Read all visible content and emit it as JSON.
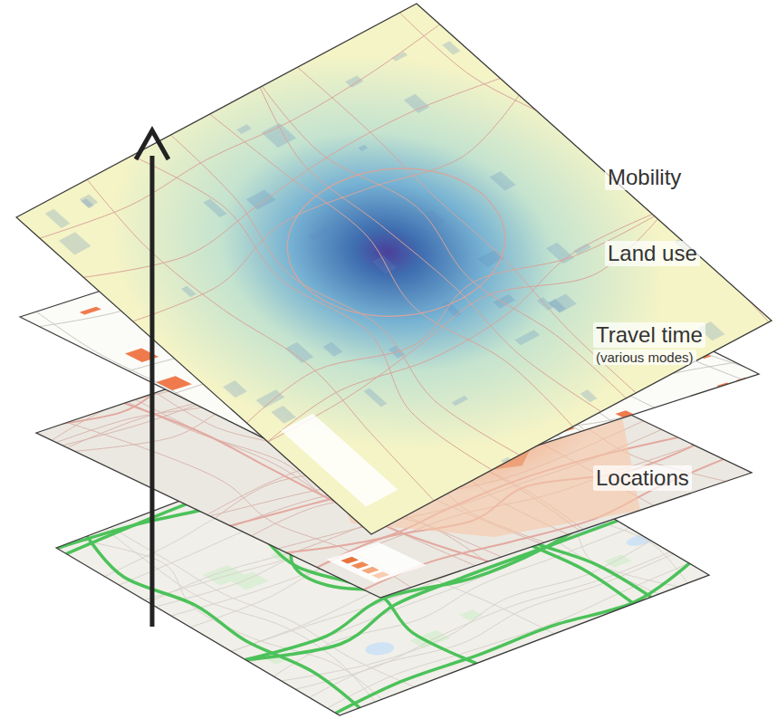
{
  "diagram": {
    "labels": [
      "Mobility",
      "Land use",
      "Travel time",
      "(various modes)",
      "Locations"
    ]
  }
}
